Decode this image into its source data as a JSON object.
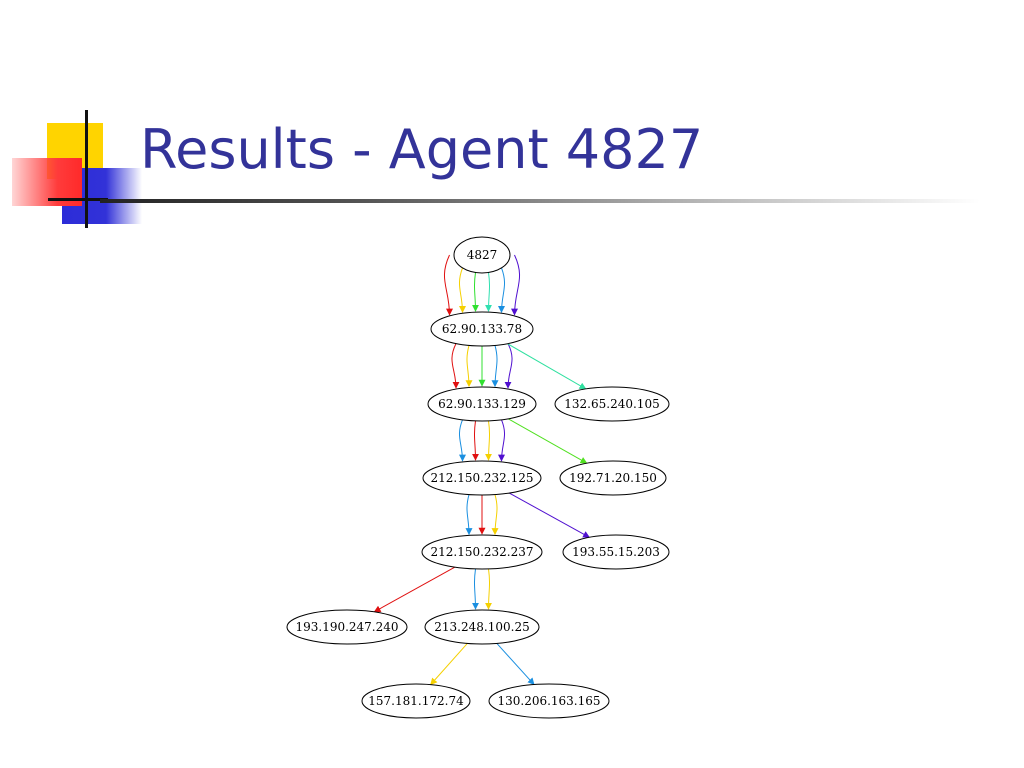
{
  "slide": {
    "title": "Results - Agent 4827"
  },
  "graph": {
    "nodes": [
      {
        "id": "n4827",
        "label": "4827"
      },
      {
        "id": "n62_78",
        "label": "62.90.133.78"
      },
      {
        "id": "n62_129",
        "label": "62.90.133.129"
      },
      {
        "id": "n132",
        "label": "132.65.240.105"
      },
      {
        "id": "n212_125",
        "label": "212.150.232.125"
      },
      {
        "id": "n192",
        "label": "192.71.20.150"
      },
      {
        "id": "n212_237",
        "label": "212.150.232.237"
      },
      {
        "id": "n193_55",
        "label": "193.55.15.203"
      },
      {
        "id": "n193_190",
        "label": "193.190.247.240"
      },
      {
        "id": "n213",
        "label": "213.248.100.25"
      },
      {
        "id": "n157",
        "label": "157.181.172.74"
      },
      {
        "id": "n130",
        "label": "130.206.163.165"
      }
    ],
    "edges": [
      {
        "from": "n4827",
        "to": "n62_78",
        "color": "#e01010"
      },
      {
        "from": "n4827",
        "to": "n62_78",
        "color": "#f5d000"
      },
      {
        "from": "n4827",
        "to": "n62_78",
        "color": "#30e030"
      },
      {
        "from": "n4827",
        "to": "n62_78",
        "color": "#30e0b0"
      },
      {
        "from": "n4827",
        "to": "n62_78",
        "color": "#1a8fe0"
      },
      {
        "from": "n4827",
        "to": "n62_78",
        "color": "#5010d0"
      },
      {
        "from": "n62_78",
        "to": "n62_129",
        "color": "#e01010"
      },
      {
        "from": "n62_78",
        "to": "n62_129",
        "color": "#f5d000"
      },
      {
        "from": "n62_78",
        "to": "n62_129",
        "color": "#30e030"
      },
      {
        "from": "n62_78",
        "to": "n62_129",
        "color": "#1a8fe0"
      },
      {
        "from": "n62_78",
        "to": "n62_129",
        "color": "#5010d0"
      },
      {
        "from": "n62_78",
        "to": "n132",
        "color": "#30e0a0"
      },
      {
        "from": "n62_129",
        "to": "n212_125",
        "color": "#1a8fe0"
      },
      {
        "from": "n62_129",
        "to": "n212_125",
        "color": "#e01010"
      },
      {
        "from": "n62_129",
        "to": "n212_125",
        "color": "#f5d000"
      },
      {
        "from": "n62_129",
        "to": "n212_125",
        "color": "#5010d0"
      },
      {
        "from": "n62_129",
        "to": "n192",
        "color": "#50e020"
      },
      {
        "from": "n212_125",
        "to": "n212_237",
        "color": "#1a8fe0"
      },
      {
        "from": "n212_125",
        "to": "n212_237",
        "color": "#e01010"
      },
      {
        "from": "n212_125",
        "to": "n212_237",
        "color": "#f5d000"
      },
      {
        "from": "n212_125",
        "to": "n193_55",
        "color": "#5010d0"
      },
      {
        "from": "n212_237",
        "to": "n193_190",
        "color": "#e01010"
      },
      {
        "from": "n212_237",
        "to": "n213",
        "color": "#1a8fe0"
      },
      {
        "from": "n212_237",
        "to": "n213",
        "color": "#f5d000"
      },
      {
        "from": "n213",
        "to": "n157",
        "color": "#f5d000"
      },
      {
        "from": "n213",
        "to": "n130",
        "color": "#1a8fe0"
      }
    ]
  }
}
